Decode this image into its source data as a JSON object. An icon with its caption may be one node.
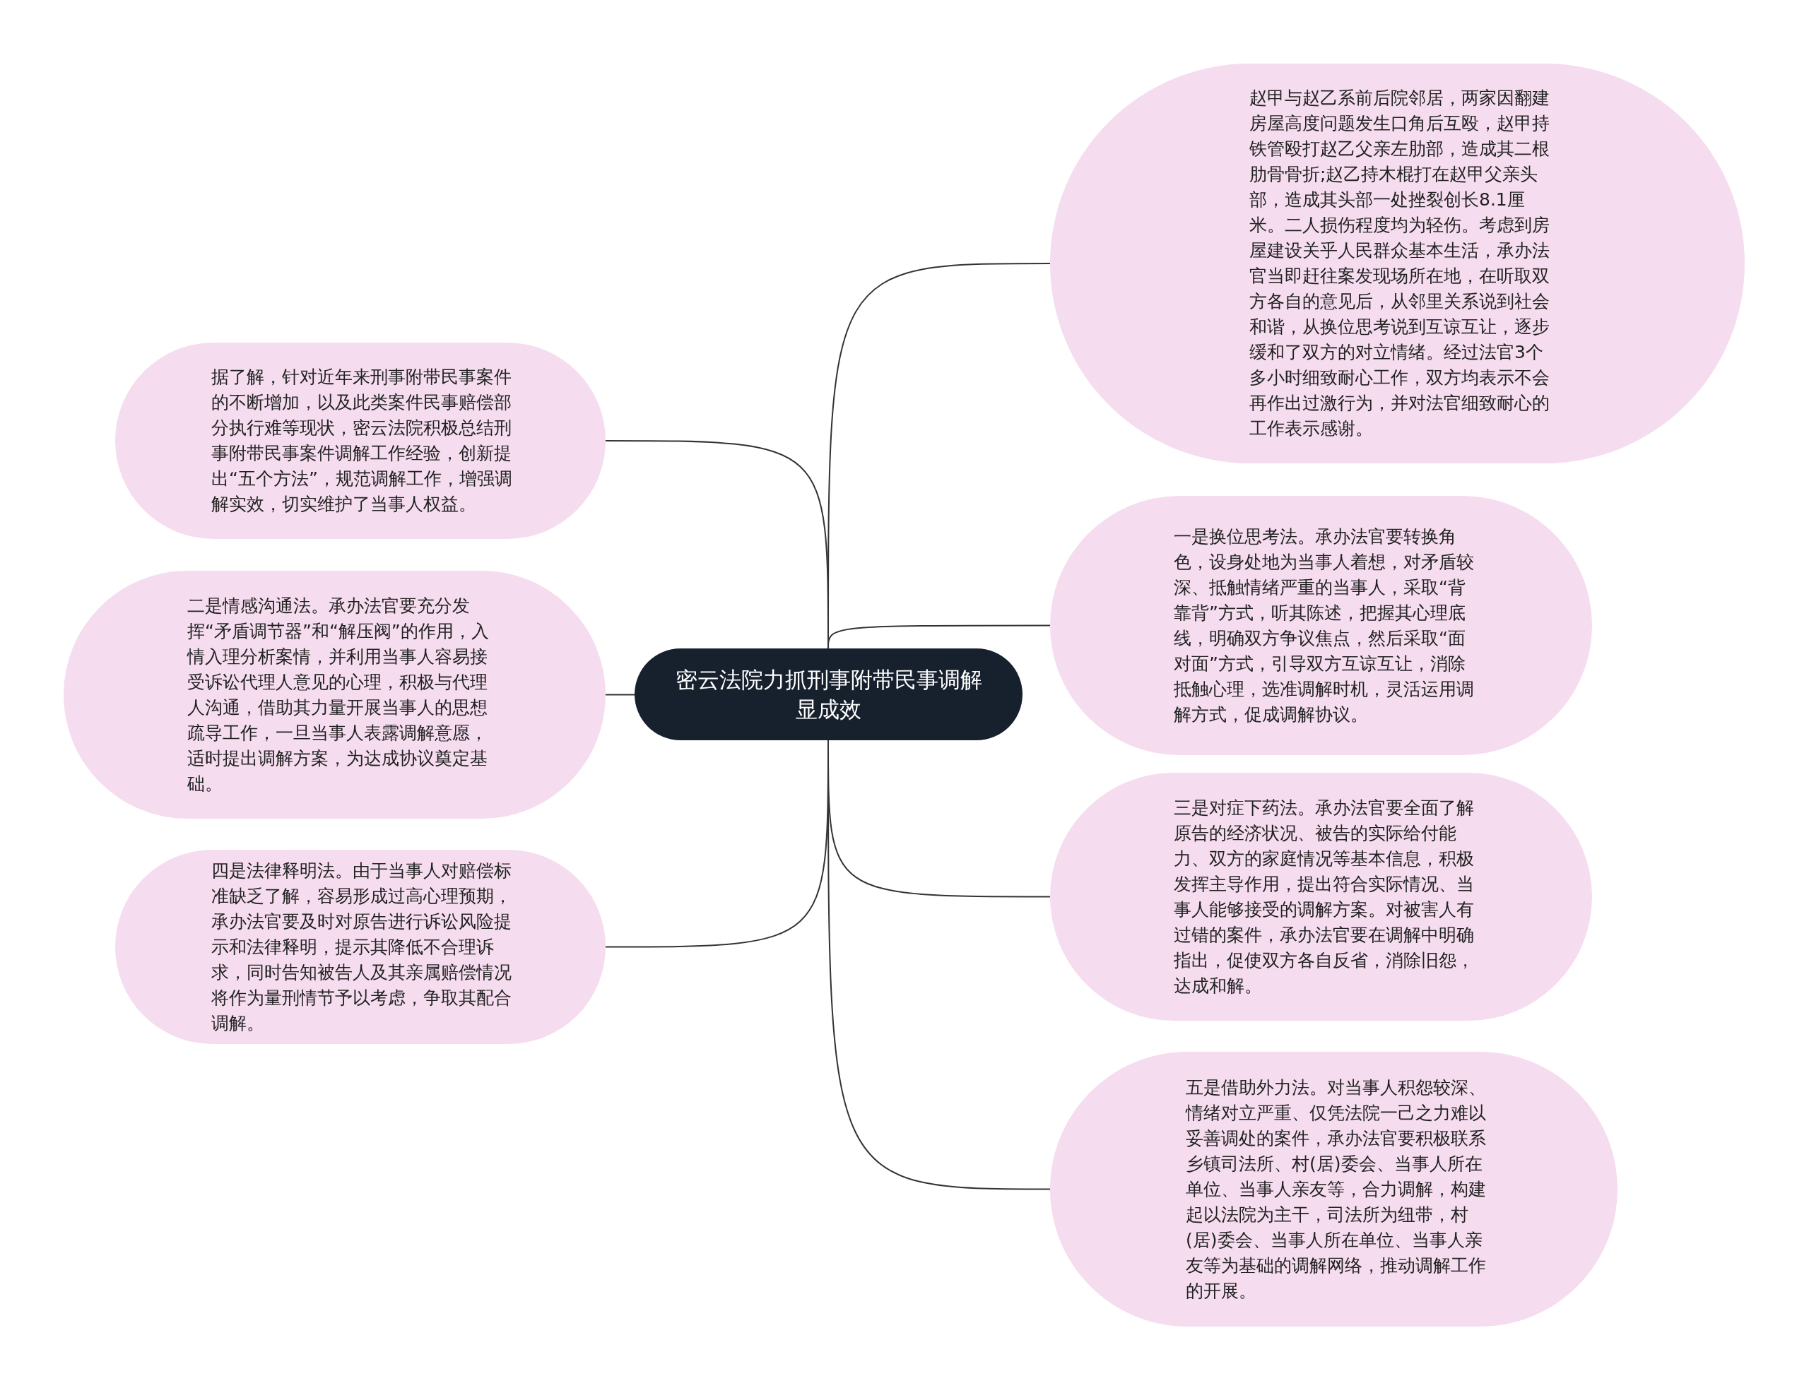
{
  "diagram": {
    "nodes": [
      {
        "text": [
          "密云法院力抓刑事附带民事调解显成效"
        ]
      },
      {
        "text": [
          "据了解，针对近年来刑事附带民事案件的不断增加，以及此类案件民事赔偿部分执行难等现状，密云法院积极总结刑事附带民事案件调解工作经验，创新提出“五个方法”，规范调解工作，增强调解实效，切实维护了当事人权益。"
        ]
      },
      {
        "text": [
          "二是情感沟通法。承办法官要充分发挥“矛盾调节器”和“解压阀”的作用，入情入理分析案情，并利用当事人容易接受诉讼代理人意见的心理，积极与代理人沟通，借助其力量开展当事人的思想疏导工作，一旦当事人表露调解意愿，适时提出调解方案，为达成协议奠定基础。"
        ]
      },
      {
        "text": [
          "四是法律释明法。由于当事人对赔偿标准缺乏了解，容易形成过高心理预期，承办法官要及时对原告进行诉讼风险提示和法律释明，提示其降低不合理诉求，同时告知被告人及其亲属赔偿情况将作为量刑情节予以考虑，争取其配合调解。"
        ]
      },
      {
        "text": [
          "赵甲与赵乙系前后院邻居，两家因翻建房屋高度问题发生口角后互殴，赵甲持铁管殴打赵乙父亲左肋部，造成其二根肋骨骨折;赵乙持木棍打在赵甲父亲头部，造成其头部一处挫裂创长8.1厘米。二人损伤程度均为轻伤。考虑到房屋建设关乎人民群众基本生活，承办法官当即赶往案发现场所在地，在听取双方各自的意见后，从邻里关系说到社会和谐，从换位思考说到互谅互让，逐步缓和了双方的对立情绪。经过法官3个多小时细致耐心工作，双方均表示不会再作出过激行为，并对法官细致耐心的工作表示感谢。"
        ]
      },
      {
        "text": [
          "一是换位思考法。承办法官要转换角色，设身处地为当事人着想，对矛盾较深、抵触情绪严重的当事人，采取“背靠背”方式，听其陈述，把握其心理底线，明确双方争议焦点，然后采取“面对面”方式，引导双方互谅互让，消除抵触心理，选准调解时机，灵活运用调解方式，促成调解协议。"
        ]
      },
      {
        "text": [
          "三是对症下药法。承办法官要全面了解原告的经济状况、被告的实际给付能力、双方的家庭情况等基本信息，积极发挥主导作用，提出符合实际情况、当事人能够接受的调解方案。对被害人有过错的案件，承办法官要在调解中明确指出，促使双方各自反省，消除旧怨，达成和解。"
        ]
      },
      {
        "text": [
          "五是借助外力法。对当事人积怨较深、情绪对立严重、仅凭法院一己之力难以妥善调处的案件，承办法官要积极联系乡镇司法所、村(居)委会、当事人所在单位、当事人亲友等，合力调解，构建起以法院为主干，司法所为纽带，村(居)委会、当事人所在单位、当事人亲友等为基础的调解网络，推动调解工作的开展。"
        ]
      }
    ],
    "edges": [
      {
        "from": 0,
        "to": 1,
        "arrow": "none"
      },
      {
        "from": 0,
        "to": 2,
        "arrow": "none"
      },
      {
        "from": 0,
        "to": 3,
        "arrow": "none"
      },
      {
        "from": 0,
        "to": 4,
        "arrow": "none"
      },
      {
        "from": 0,
        "to": 5,
        "arrow": "none"
      },
      {
        "from": 0,
        "to": 6,
        "arrow": "none"
      },
      {
        "from": 0,
        "to": 7,
        "arrow": "none"
      }
    ]
  }
}
